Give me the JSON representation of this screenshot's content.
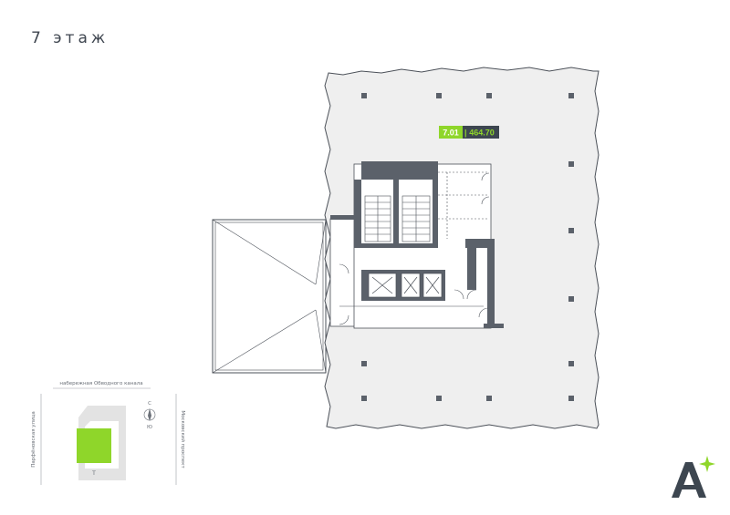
{
  "header": {
    "title": "7 этаж"
  },
  "unit_label": {
    "number": "7.01",
    "area": "464.70"
  },
  "site_plan": {
    "street_top": "набережная Обводного канала",
    "street_left": "Парфёновская улица",
    "street_right": "Московский проспект",
    "building_letter": "Т",
    "compass_north": "С",
    "compass_south": "Ю"
  },
  "brand": {
    "logo": "A"
  },
  "colors": {
    "accent": "#8fd62a",
    "unit_label_dark": "#3d4650",
    "floor_fill": "#efefef",
    "core_dark": "#5b616a",
    "outline": "#4b5058"
  }
}
